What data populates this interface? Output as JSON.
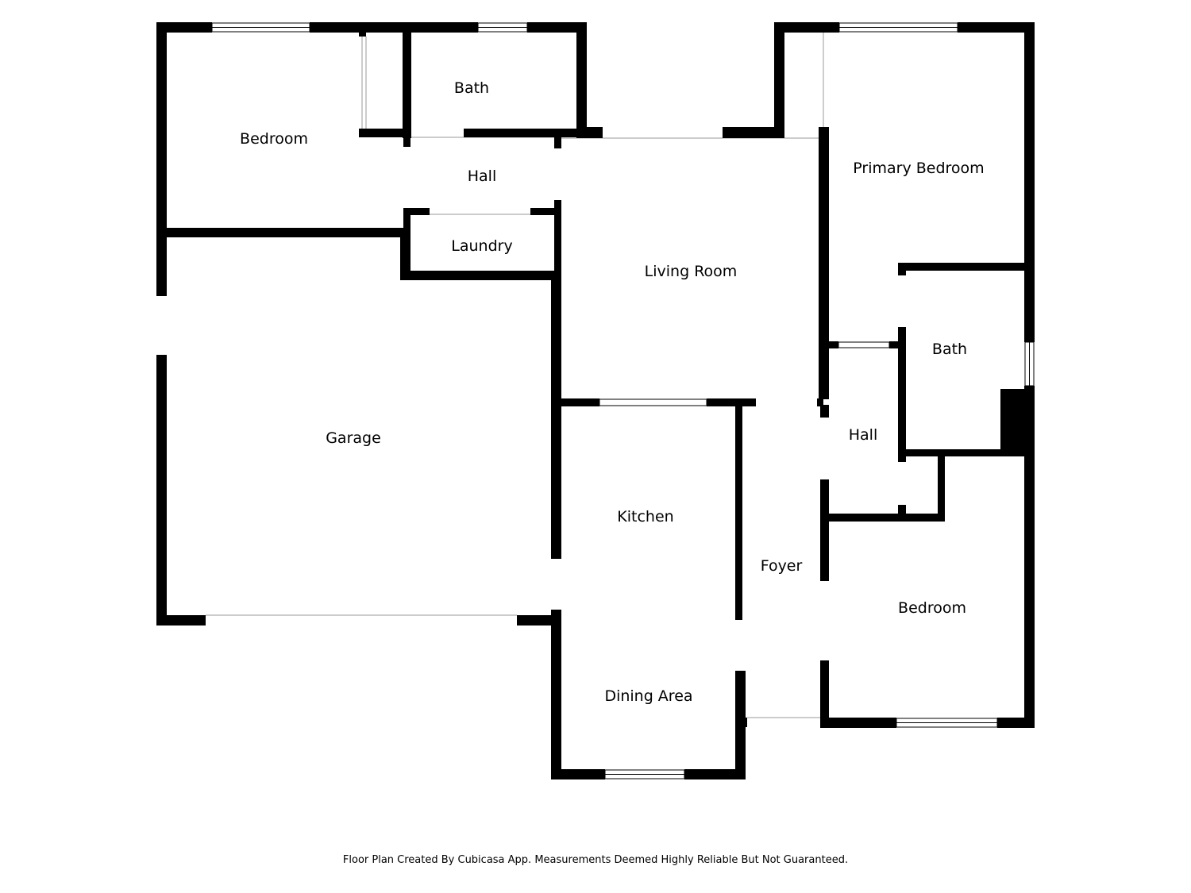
{
  "rooms": {
    "bedroom_nw": "Bedroom",
    "bath_north": "Bath",
    "hall_north": "Hall",
    "laundry": "Laundry",
    "garage": "Garage",
    "living_room": "Living Room",
    "kitchen": "Kitchen",
    "dining_area": "Dining Area",
    "foyer": "Foyer",
    "primary_bedroom": "Primary Bedroom",
    "bath_east": "Bath",
    "hall_east": "Hall",
    "bedroom_se": "Bedroom"
  },
  "footer": "Floor Plan Created By Cubicasa App. Measurements Deemed Highly Reliable But Not Guaranteed.",
  "colors": {
    "wall": "#000000",
    "background": "#ffffff"
  }
}
